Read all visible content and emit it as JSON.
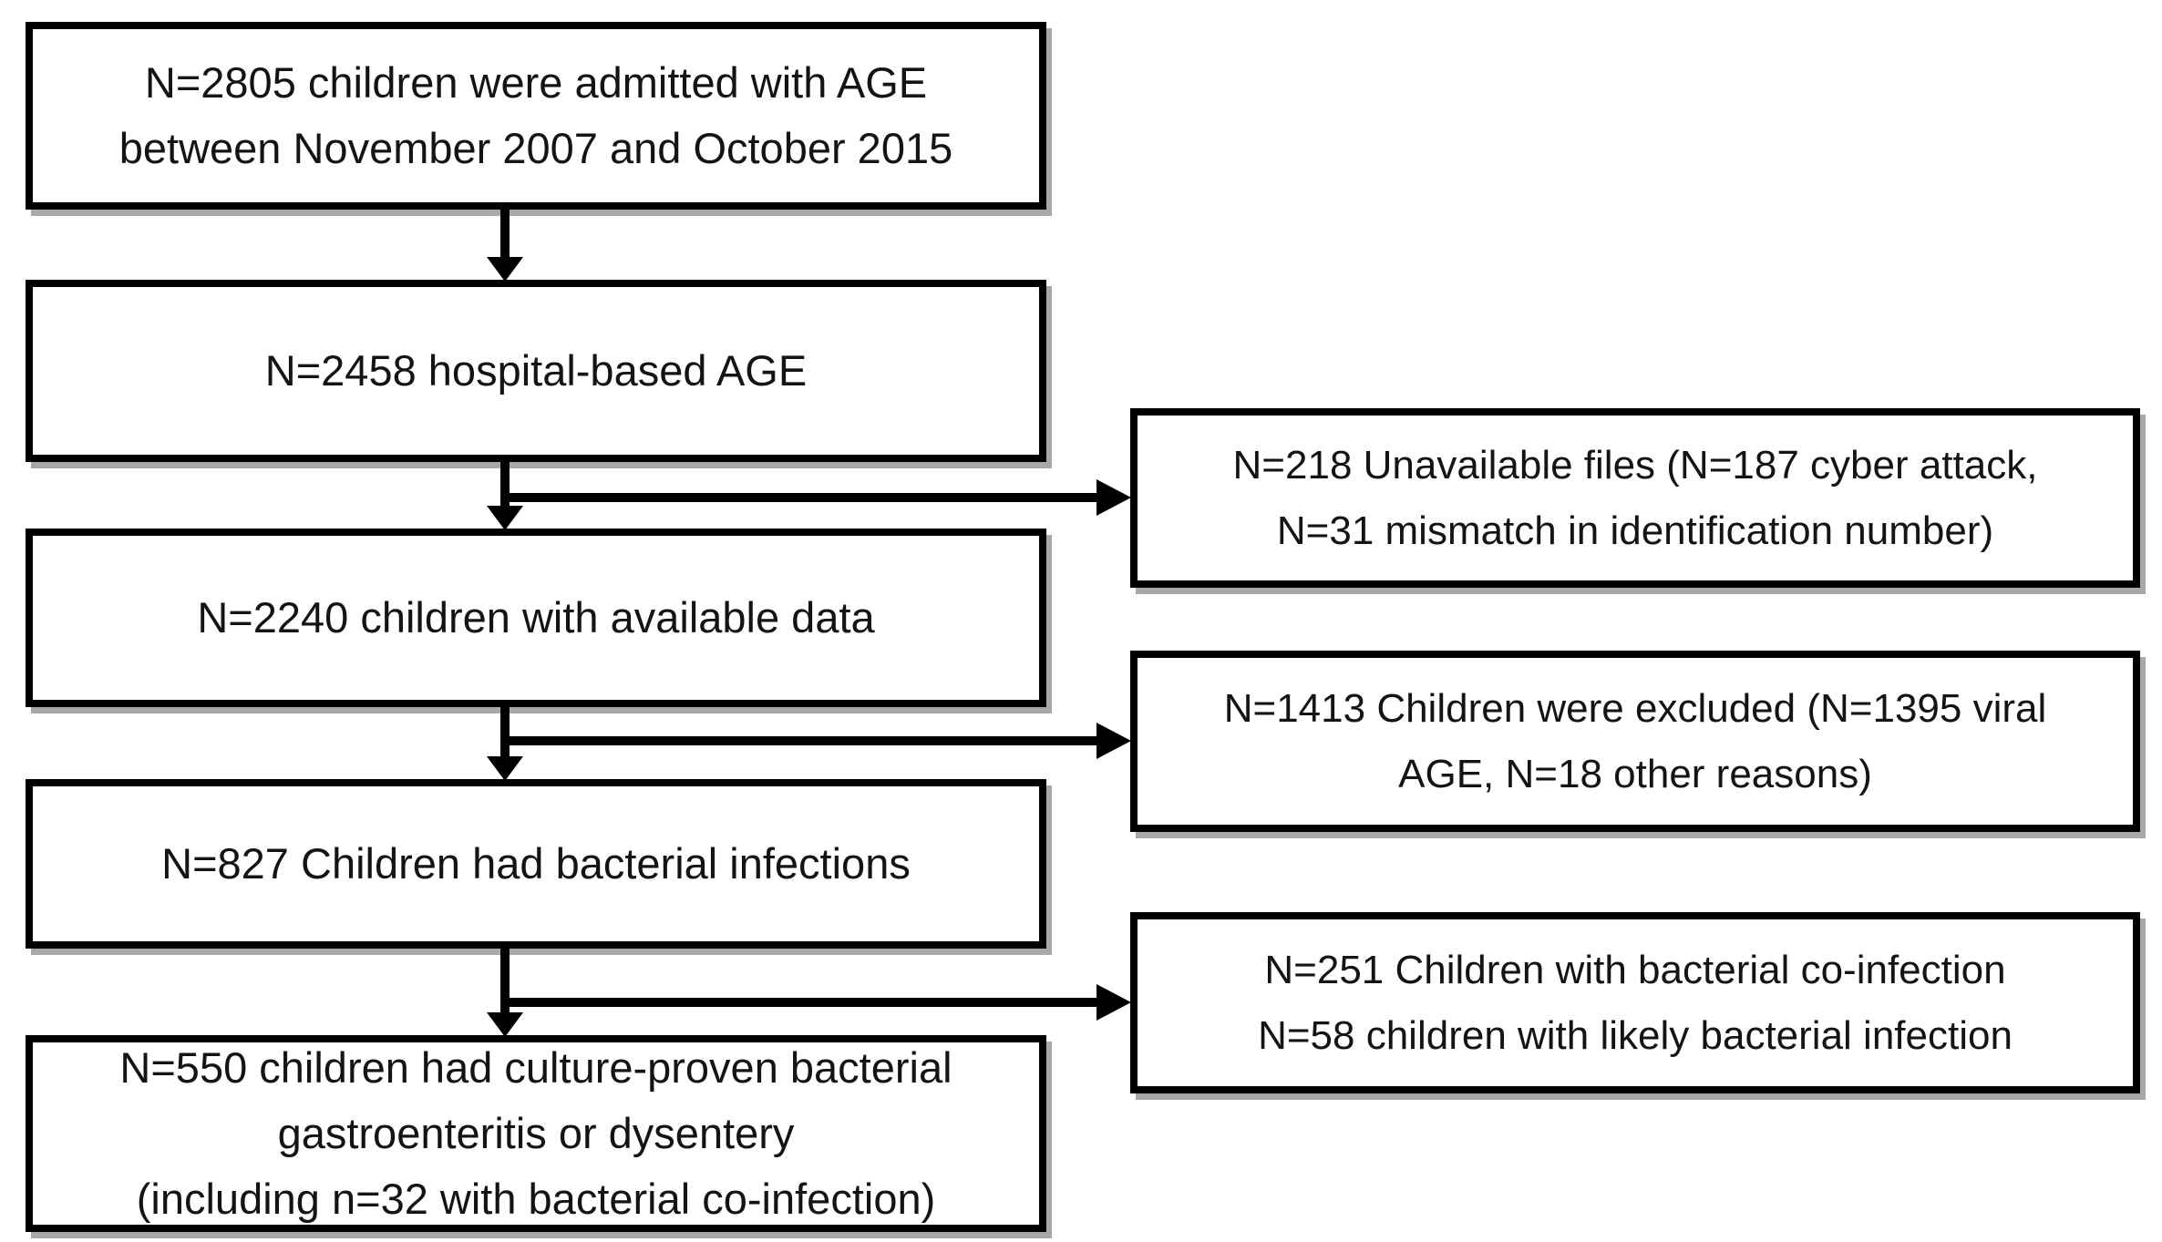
{
  "figure": {
    "type": "patient-flow-diagram",
    "colors": {
      "background": "#ffffff",
      "box_border": "#000000",
      "box_shadow": "#a8a8a8",
      "arrow": "#000000",
      "text": "#141414"
    }
  },
  "boxes": {
    "admitted": {
      "lines": [
        "N=2805 children were admitted with AGE",
        "between November 2007 and October 2015"
      ]
    },
    "hospital_based": {
      "lines": [
        "N=2458 hospital-based AGE"
      ]
    },
    "available_data": {
      "lines": [
        "N=2240 children with available data"
      ]
    },
    "bacterial_infections": {
      "lines": [
        "N=827 Children had bacterial infections"
      ]
    },
    "culture_proven": {
      "lines": [
        "N=550 children had culture-proven bacterial",
        "gastroenteritis or dysentery",
        "(including n=32 with bacterial co-infection)"
      ]
    },
    "unavailable_files": {
      "lines": [
        "N=218 Unavailable files (N=187 cyber attack,",
        "N=31 mismatch in identification number)"
      ]
    },
    "excluded": {
      "lines": [
        "N=1413 Children were excluded (N=1395 viral",
        "AGE, N=18 other reasons)"
      ]
    },
    "co_infection": {
      "lines": [
        "N=251 Children with bacterial co-infection",
        "N=58 children with likely bacterial infection"
      ]
    }
  },
  "edges": [
    {
      "from": "admitted",
      "to": "hospital_based",
      "direction": "down"
    },
    {
      "from": "hospital_based",
      "to": "available_data",
      "direction": "down"
    },
    {
      "from": "hospital_based",
      "to": "unavailable_files",
      "direction": "right-branch"
    },
    {
      "from": "available_data",
      "to": "bacterial_infections",
      "direction": "down"
    },
    {
      "from": "available_data",
      "to": "excluded",
      "direction": "right-branch"
    },
    {
      "from": "bacterial_infections",
      "to": "culture_proven",
      "direction": "down"
    },
    {
      "from": "bacterial_infections",
      "to": "co_infection",
      "direction": "right-branch"
    }
  ]
}
